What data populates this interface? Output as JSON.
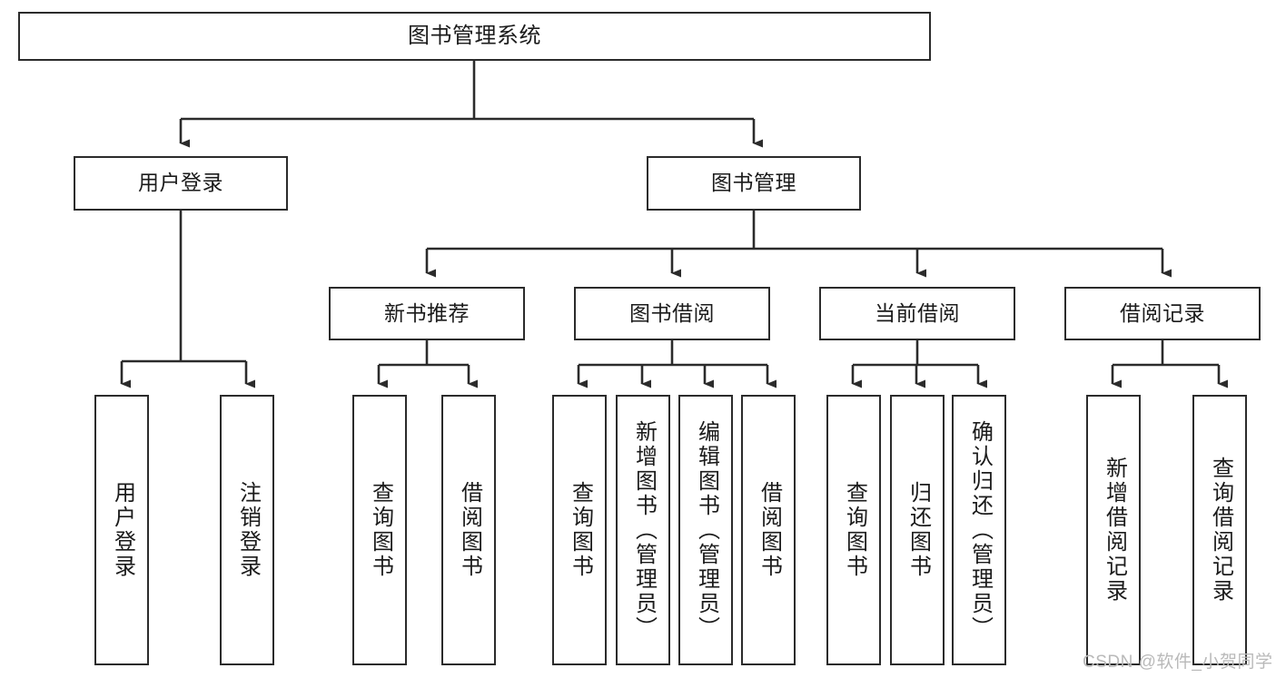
{
  "diagram": {
    "title": "图书管理系统",
    "watermark": "CSDN @软件_小贺同学",
    "colors": {
      "box_border": "#2b2b2b",
      "box_fill": "#ffffff",
      "edge": "#2b2b2b",
      "text": "#1b1b1b",
      "watermark": "#b9b9b9"
    },
    "levels": {
      "root": "图书管理系统",
      "level2": [
        "用户登录",
        "图书管理"
      ],
      "level3": [
        "新书推荐",
        "图书借阅",
        "当前借阅",
        "借阅记录"
      ],
      "level4": [
        "用户登录",
        "注销登录",
        "查询图书",
        "借阅图书",
        "查询图书",
        "新增图书（管理员）",
        "编辑图书（管理员）",
        "借阅图书",
        "查询图书",
        "归还图书",
        "确认归还（管理员）",
        "新增借阅记录",
        "查询借阅记录"
      ]
    },
    "nodes": {
      "root": {
        "label": "图书管理系统"
      },
      "user_login": {
        "label": "用户登录"
      },
      "book_manage": {
        "label": "图书管理"
      },
      "new_book_rec": {
        "label": "新书推荐"
      },
      "book_borrow": {
        "label": "图书借阅"
      },
      "current_borrow": {
        "label": "当前借阅"
      },
      "borrow_record": {
        "label": "借阅记录"
      },
      "leaf_user_login": {
        "label": "用户登录"
      },
      "leaf_logout": {
        "label": "注销登录"
      },
      "leaf_query_book_1": {
        "label": "查询图书"
      },
      "leaf_borrow_book_1": {
        "label": "借阅图书"
      },
      "leaf_query_book_2": {
        "label": "查询图书"
      },
      "leaf_add_book": {
        "label": "新增图书（管理员）"
      },
      "leaf_edit_book": {
        "label": "编辑图书（管理员）"
      },
      "leaf_borrow_book_2": {
        "label": "借阅图书"
      },
      "leaf_query_book_3": {
        "label": "查询图书"
      },
      "leaf_return_book": {
        "label": "归还图书"
      },
      "leaf_confirm_return": {
        "label": "确认归还（管理员）"
      },
      "leaf_add_record": {
        "label": "新增借阅记录"
      },
      "leaf_query_record": {
        "label": "查询借阅记录"
      }
    }
  }
}
